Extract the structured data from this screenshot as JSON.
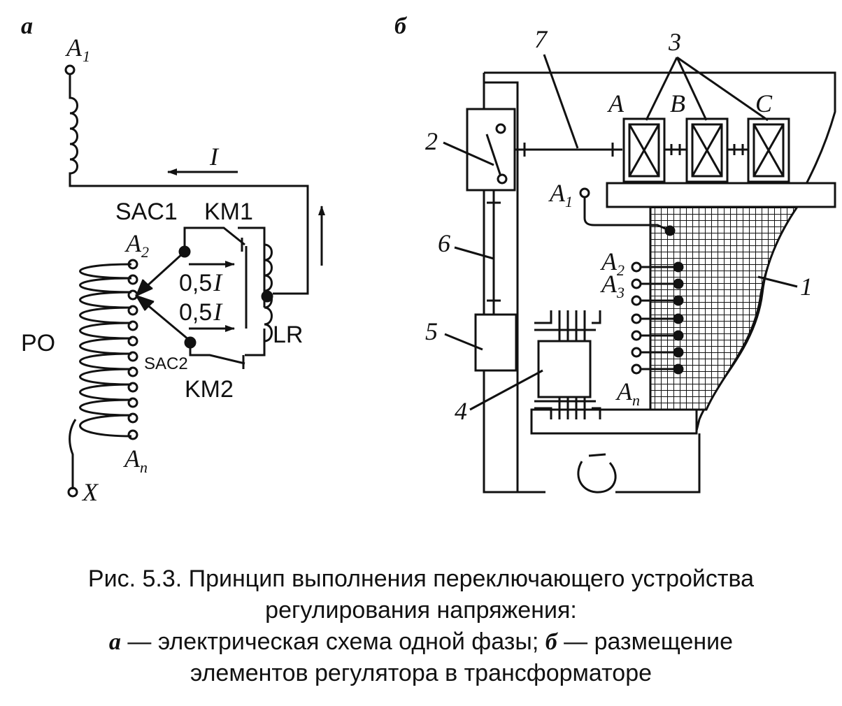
{
  "panels": {
    "a": {
      "letter": "а",
      "terminal_top": "A",
      "terminal_top_sub": "1",
      "current": "I",
      "switch1": "SAC1",
      "switch2": "SAC2",
      "contactor1": "KM1",
      "contactor2": "KM2",
      "reactor": "LR",
      "regulating_winding": "PO",
      "tap_first": "A",
      "tap_first_sub": "2",
      "tap_last": "A",
      "tap_last_sub": "n",
      "half_current_top": "0,5",
      "half_current_top_sym": "I",
      "half_current_bottom": "0,5",
      "half_current_bottom_sym": "I",
      "terminal_bottom": "X"
    },
    "b": {
      "letter": "б",
      "callouts": [
        "1",
        "2",
        "3",
        "4",
        "5",
        "6",
        "7"
      ],
      "phases": [
        "A",
        "B",
        "C"
      ],
      "tap_a1": "A",
      "tap_a1_sub": "1",
      "tap_a2": "A",
      "tap_a2_sub": "2",
      "tap_a3": "A",
      "tap_a3_sub": "3",
      "tap_an": "A",
      "tap_an_sub": "n"
    }
  },
  "caption": {
    "line1": "Рис. 5.3. Принцип выполнения переключающего устройства",
    "line2": "регулирования напряжения:",
    "line3_a": "а",
    "line3_a_text": " — электрическая схема одной фазы; ",
    "line3_b": "б",
    "line3_b_text": " — размещение",
    "line4": "элементов регулятора в трансформаторе"
  }
}
